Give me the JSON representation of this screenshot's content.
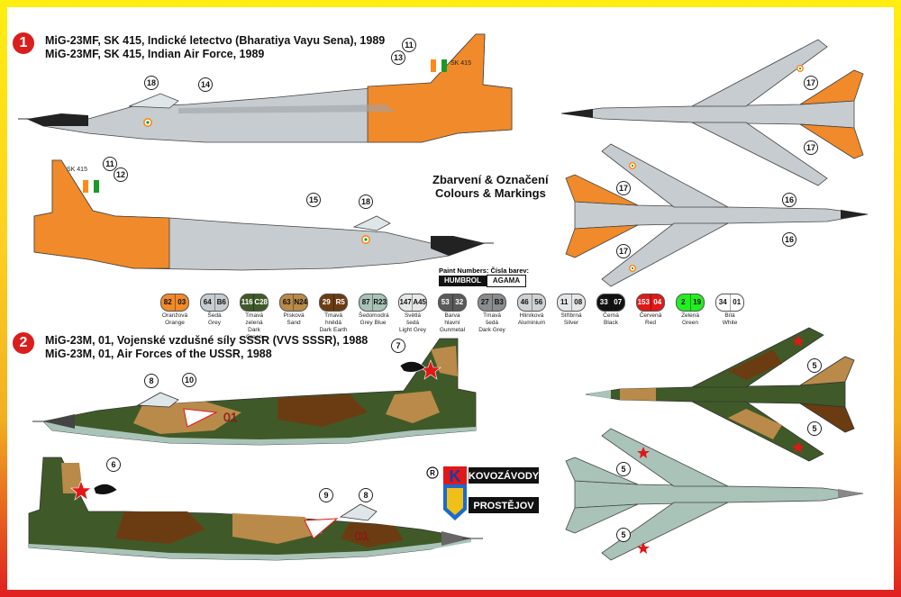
{
  "scheme1": {
    "number": "1",
    "title_cz": "MiG-23MF, SK 415, Indické letectvo (Bharatiya Vayu Sena), 1989",
    "title_en": "MiG-23MF, SK 415, Indian Air Force, 1989",
    "tail_code": "SK 415"
  },
  "scheme2": {
    "number": "2",
    "title_cz": "MiG-23M, 01, Vojenské vzdušné síly SSSR (VVS SSSR), 1988",
    "title_en": "MiG-23M, 01, Air Forces of the USSR, 1988",
    "side_number": "01"
  },
  "heading": {
    "line1": "Zbarvení & Označení",
    "line2": "Colours & Markings"
  },
  "paint_header": {
    "label": "Paint Numbers: Čísla barev:",
    "brand1": "HUMBROL",
    "brand2": "AGAMA"
  },
  "swatches": [
    {
      "h": "82",
      "a": "03",
      "cz": "Oranžová",
      "en": "Orange",
      "color": "#f08a2a",
      "text": "#111"
    },
    {
      "h": "64",
      "a": "B6",
      "cz": "Šedá",
      "en": "Grey",
      "color": "#c6ccd0",
      "text": "#111"
    },
    {
      "h": "116",
      "a": "C28",
      "cz": "Tmavá zelená",
      "en": "Dark Green",
      "color": "#3f5a28",
      "text": "#fff"
    },
    {
      "h": "63",
      "a": "N24",
      "cz": "Písková",
      "en": "Sand",
      "color": "#b98a4a",
      "text": "#111"
    },
    {
      "h": "29",
      "a": "R5",
      "cz": "Tmavá hnědá",
      "en": "Dark Earth",
      "color": "#6b3c12",
      "text": "#fff"
    },
    {
      "h": "87",
      "a": "R23",
      "cz": "Šedomodrá",
      "en": "Grey Blue",
      "color": "#a9c3b8",
      "text": "#111"
    },
    {
      "h": "147",
      "a": "A45",
      "cz": "Světlá šedá",
      "en": "Light Grey",
      "color": "#e6e8e8",
      "text": "#111"
    },
    {
      "h": "53",
      "a": "32",
      "cz": "Barva hlavní",
      "en": "Gunmetal",
      "color": "#5a5a5a",
      "text": "#fff"
    },
    {
      "h": "27",
      "a": "B3",
      "cz": "Tmavá šedá",
      "en": "Dark Grey",
      "color": "#8a8d90",
      "text": "#111"
    },
    {
      "h": "46",
      "a": "56",
      "cz": "Hliníková",
      "en": "Aluminium",
      "color": "#cfd3d6",
      "text": "#111"
    },
    {
      "h": "11",
      "a": "08",
      "cz": "Stříbrná",
      "en": "Silver",
      "color": "#e4e6e8",
      "text": "#111"
    },
    {
      "h": "33",
      "a": "07",
      "cz": "Černá",
      "en": "Black",
      "color": "#111111",
      "text": "#fff"
    },
    {
      "h": "153",
      "a": "04",
      "cz": "Červená",
      "en": "Red",
      "color": "#e01818",
      "text": "#fff"
    },
    {
      "h": "2",
      "a": "19",
      "cz": "Zelená",
      "en": "Green",
      "color": "#22ee22",
      "text": "#111"
    },
    {
      "h": "34",
      "a": "01",
      "cz": "Bílá",
      "en": "White",
      "color": "#ffffff",
      "text": "#111"
    }
  ],
  "callouts1": [
    "11",
    "13",
    "18",
    "14",
    "17",
    "17",
    "11",
    "12",
    "15",
    "18",
    "17",
    "16",
    "16",
    "17"
  ],
  "callouts2": [
    "7",
    "8",
    "10",
    "5",
    "5",
    "6",
    "9",
    "8",
    "5",
    "5"
  ],
  "logo": {
    "brand_line1": "KOVOZÁVODY",
    "brand_line2": "PROSTĚJOV",
    "mark": "K",
    "registered": "R"
  },
  "colors": {
    "frame_top": "#ffee10",
    "frame_bottom": "#e02020",
    "badge_red": "#d91e1e",
    "camo_green": "#3f5a28",
    "camo_brown": "#6b3c12",
    "camo_sand": "#b98a4a",
    "indian_orange": "#f08a2a",
    "base_grey": "#c6ccd0",
    "belly_bluegrey": "#a9c3b8"
  }
}
